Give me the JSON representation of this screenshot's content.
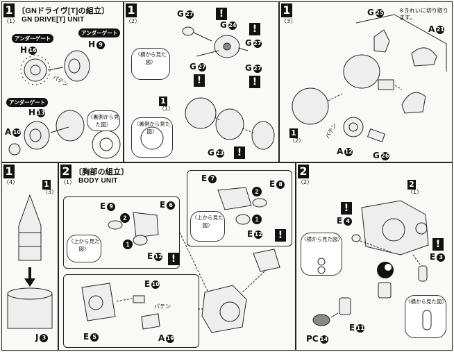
{
  "panels": {
    "p1": {
      "step": "1",
      "sub": "〈1〉",
      "title_jp": "〔GNドライヴ[T]の組立〕",
      "title_en": "GN DRIVE[T] UNIT",
      "undergate": "アンダーゲート",
      "parts": [
        "H",
        "H",
        "H",
        "A"
      ],
      "nums": [
        "16",
        "9",
        "13",
        "10"
      ],
      "pull": "パテン",
      "bubble": "〈裏側から見た図〉"
    },
    "p2": {
      "step": "1",
      "sub": "〈2〉",
      "ref_step": "1",
      "ref_sub": "〈1〉",
      "bubble1": "〈横から見た図〉",
      "bubble2": "〈裏側から見た図〉",
      "parts": [
        "G",
        "G",
        "G",
        "G",
        "G"
      ],
      "nums": [
        "27",
        "24",
        "27",
        "27",
        "27"
      ],
      "g23": "G",
      "g23num": "23"
    },
    "p3": {
      "step": "1",
      "sub": "〈3〉",
      "ref_step": "1",
      "ref_sub": "〈2〉",
      "note": "※きれいに切り取ります。",
      "parts": [
        "G",
        "A",
        "A",
        "G"
      ],
      "nums": [
        "25",
        "21",
        "12",
        "26"
      ],
      "pull": "パテン"
    },
    "p4": {
      "step": "1",
      "sub": "〈4〉",
      "ref_step": "1",
      "ref_sub": "〈3〉",
      "part": "J",
      "num": "3"
    },
    "p5": {
      "step": "2",
      "sub": "〈1〉",
      "title_jp": "〔胸部の組立〕",
      "title_en": "BODY UNIT",
      "parts": [
        "E",
        "E",
        "E",
        "E",
        "E",
        "E",
        "E",
        "A"
      ],
      "nums": [
        "9",
        "6",
        "7",
        "8",
        "12",
        "12",
        "10",
        "19"
      ],
      "e5": "E",
      "e5num": "5",
      "bubble_top": "〈上から見た図〉",
      "pull": "パテン",
      "o1": "1",
      "o2": "2"
    },
    "p6": {
      "step": "2",
      "sub": "〈2〉",
      "ref_step": "2",
      "ref_sub": "〈1〉",
      "parts": [
        "E",
        "E",
        "E",
        "PC"
      ],
      "nums": [
        "4",
        "3",
        "11",
        "14"
      ],
      "bubble1": "〈横から見た図〉",
      "bubble2": "〈横から見た図〉"
    }
  },
  "warning_mark": "!",
  "colors": {
    "ink": "#111111",
    "paper": "#f9f9f7"
  }
}
